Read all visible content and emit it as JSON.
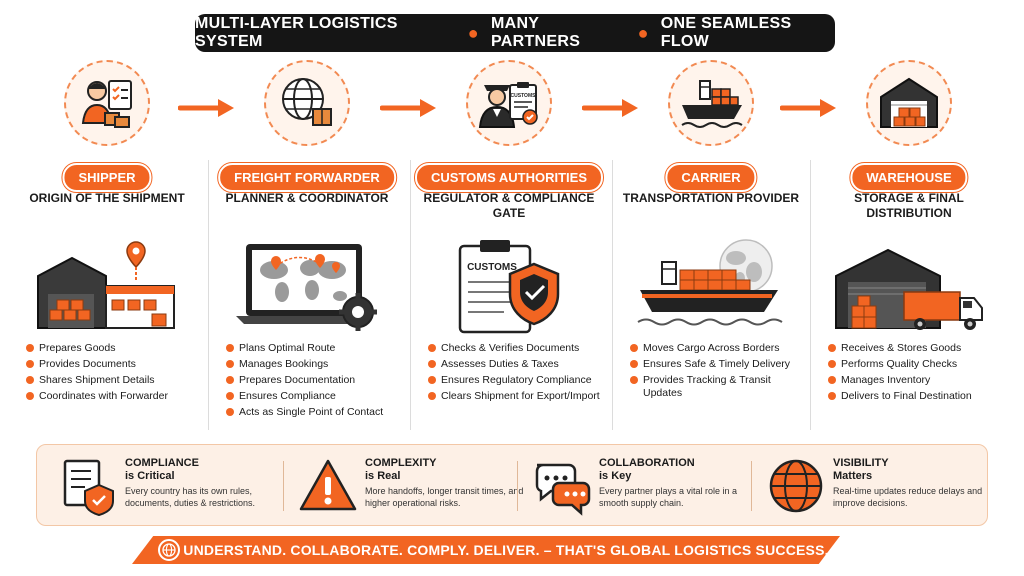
{
  "header": {
    "part1": "MULTI-LAYER LOGISTICS SYSTEM",
    "part2": "MANY PARTNERS",
    "part3": "ONE SEAMLESS FLOW"
  },
  "colors": {
    "accent": "#f26522",
    "dark": "#151515",
    "panel": "#fdf0e6"
  },
  "stages": [
    {
      "name": "SHIPPER",
      "role": "ORIGIN OF THE SHIPMENT",
      "icon": "shipper-checklist-icon",
      "illustration": "factory-with-pin-illustration",
      "bullets": [
        "Prepares Goods",
        "Provides Documents",
        "Shares Shipment Details",
        "Coordinates with Forwarder"
      ]
    },
    {
      "name": "FREIGHT FORWARDER",
      "role": "PLANNER & COORDINATOR",
      "icon": "globe-box-icon",
      "illustration": "laptop-world-map-illustration",
      "bullets": [
        "Plans Optimal Route",
        "Manages Bookings",
        "Prepares Documentation",
        "Ensures Compliance",
        "Acts as Single Point of Contact"
      ]
    },
    {
      "name": "CUSTOMS AUTHORITIES",
      "role": "REGULATOR & COMPLIANCE GATE",
      "icon": "customs-officer-icon",
      "illustration": "customs-clipboard-shield-illustration",
      "badge": "CUSTOMS",
      "clipboard_label": "CUSTOMS",
      "bullets": [
        "Checks & Verifies Documents",
        "Assesses Duties & Taxes",
        "Ensures Regulatory Compliance",
        "Clears Shipment for Export/Import"
      ]
    },
    {
      "name": "CARRIER",
      "role": "TRANSPORTATION PROVIDER",
      "icon": "cargo-ship-icon",
      "illustration": "container-ship-globe-illustration",
      "bullets": [
        "Moves Cargo Across Borders",
        "Ensures Safe & Timely Delivery",
        "Provides Tracking & Transit Updates"
      ]
    },
    {
      "name": "WAREHOUSE",
      "role": "STORAGE & FINAL DISTRIBUTION",
      "icon": "warehouse-icon",
      "illustration": "warehouse-truck-illustration",
      "bullets": [
        "Receives & Stores Goods",
        "Performs Quality Checks",
        "Manages Inventory",
        "Delivers to Final Destination"
      ]
    }
  ],
  "principles": [
    {
      "title": "COMPLIANCE",
      "subtitle": "is Critical",
      "text": "Every country has its own rules, documents, duties & restrictions.",
      "icon": "document-shield-icon"
    },
    {
      "title": "COMPLEXITY",
      "subtitle": "is Real",
      "text": "More handoffs, longer transit times, and higher operational risks.",
      "icon": "warning-icon"
    },
    {
      "title": "COLLABORATION",
      "subtitle": "is Key",
      "text": "Every partner plays a vital role in a smooth supply chain.",
      "icon": "chat-bubbles-icon"
    },
    {
      "title": "VISIBILITY",
      "subtitle": "Matters",
      "text": "Real-time updates reduce delays and improve decisions.",
      "icon": "globe-icon"
    }
  ],
  "footer": {
    "slogan": "UNDERSTAND. COLLABORATE. COMPLY. DELIVER. – THAT'S GLOBAL LOGISTICS SUCCESS."
  }
}
